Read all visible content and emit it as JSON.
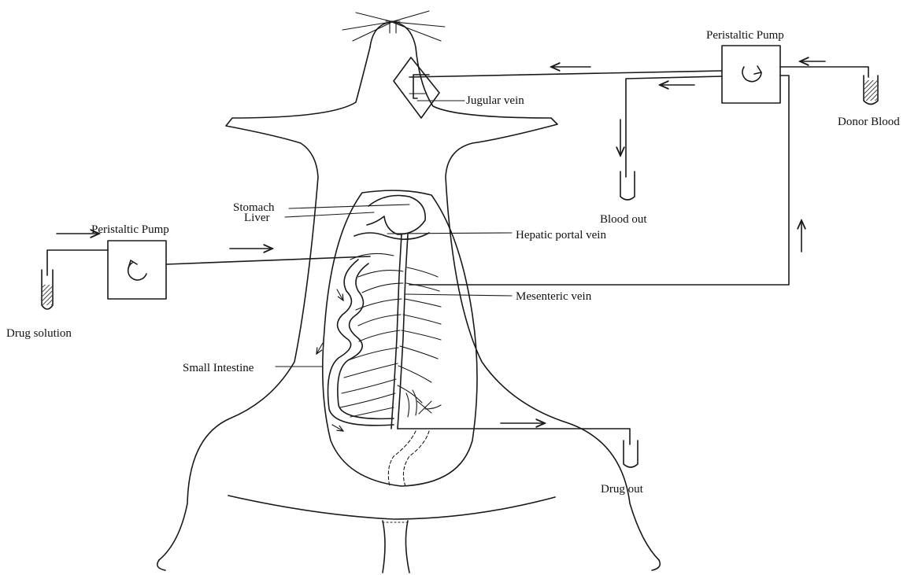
{
  "labels": {
    "pump_right": "Peristaltic Pump",
    "pump_left": "Peristaltic Pump",
    "jugular_vein": "Jugular vein",
    "donor_blood": "Donor Blood",
    "blood_out": "Blood out",
    "stomach": "Stomach",
    "liver": "Liver",
    "hepatic_portal_vein": "Hepatic portal vein",
    "mesenteric_vein": "Mesenteric vein",
    "small_intestine": "Small Intestine",
    "drug_solution": "Drug solution",
    "drug_out": "Drug out"
  },
  "colors": {
    "ink": "#1a1a1a",
    "background": "#ffffff"
  }
}
